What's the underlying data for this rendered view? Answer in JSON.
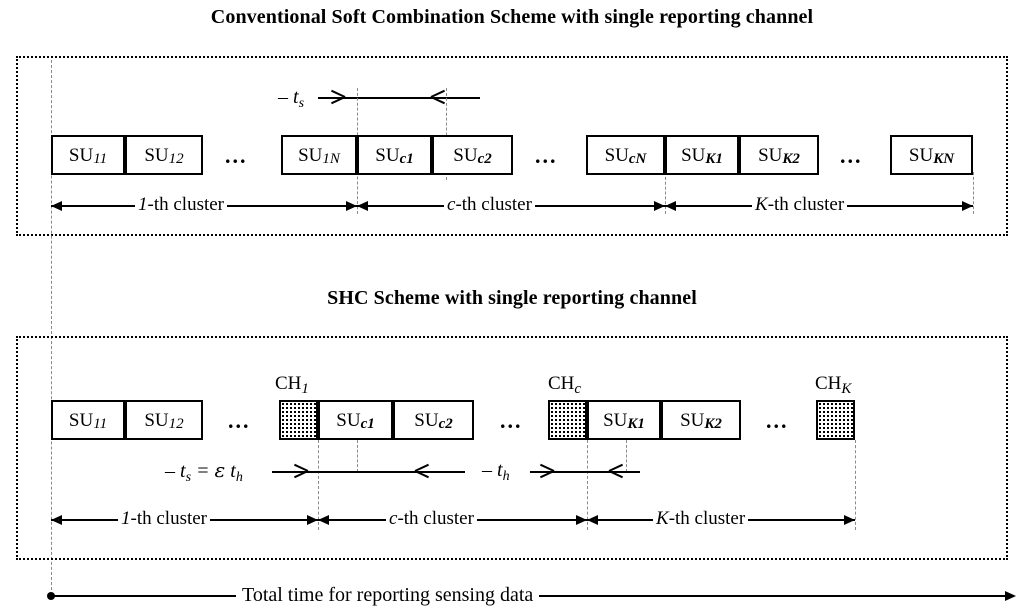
{
  "titles": {
    "top": "Conventional Soft Combination Scheme with single reporting channel",
    "middle": "SHC Scheme with single reporting channel"
  },
  "scheme_conventional": {
    "boxes": [
      {
        "name": "su-1-1",
        "label": "SU",
        "sub": "11"
      },
      {
        "name": "su-1-2",
        "label": "SU",
        "sub": "12"
      },
      {
        "name": "su-1-N",
        "label": "SU",
        "sub": "1N"
      },
      {
        "name": "su-c-1",
        "label": "SU",
        "sub": "c1"
      },
      {
        "name": "su-c-2",
        "label": "SU",
        "sub": "c2"
      },
      {
        "name": "su-c-N",
        "label": "SU",
        "sub": "cN"
      },
      {
        "name": "su-K-1",
        "label": "SU",
        "sub": "K1"
      },
      {
        "name": "su-K-2",
        "label": "SU",
        "sub": "K2"
      },
      {
        "name": "su-K-N",
        "label": "SU",
        "sub": "KN"
      }
    ],
    "ellipsis": "...",
    "time_label": {
      "symbol": "t",
      "sub": "s"
    },
    "clusters": [
      {
        "index": "1",
        "text": "-th cluster"
      },
      {
        "index": "c",
        "text": "-th cluster"
      },
      {
        "index": "K",
        "text": "-th cluster"
      }
    ]
  },
  "scheme_shc": {
    "boxes": [
      {
        "name": "su-1-1",
        "label": "SU",
        "sub": "11"
      },
      {
        "name": "su-1-2",
        "label": "SU",
        "sub": "12"
      },
      {
        "name": "ch-1",
        "label": "",
        "sub": ""
      },
      {
        "name": "su-c-1",
        "label": "SU",
        "sub": "c1"
      },
      {
        "name": "su-c-2",
        "label": "SU",
        "sub": "c2"
      },
      {
        "name": "ch-c",
        "label": "",
        "sub": ""
      },
      {
        "name": "su-K-1",
        "label": "SU",
        "sub": "K1"
      },
      {
        "name": "su-K-2",
        "label": "SU",
        "sub": "K2"
      },
      {
        "name": "ch-K",
        "label": "",
        "sub": ""
      }
    ],
    "channel_captions": [
      {
        "name": "ch-caption-1",
        "label": "CH",
        "sub": "1"
      },
      {
        "name": "ch-caption-c",
        "label": "CH",
        "sub": "c"
      },
      {
        "name": "ch-caption-K",
        "label": "CH",
        "sub": "K"
      }
    ],
    "ellipsis": "...",
    "ts_label": {
      "symbol": "t",
      "sub": "s",
      "equals": "=",
      "epsilon": "ε",
      "symbol2": "t",
      "sub2": "h"
    },
    "th_label": {
      "symbol": "t",
      "sub": "h"
    },
    "clusters": [
      {
        "index": "1",
        "text": "-th cluster"
      },
      {
        "index": "c",
        "text": "-th cluster"
      },
      {
        "index": "K",
        "text": "-th cluster"
      }
    ]
  },
  "bottom": {
    "total_time_label": "Total time for reporting sensing data"
  },
  "colors": {
    "ink": "#000000",
    "guide": "#8a8a8a",
    "background": "#ffffff"
  }
}
